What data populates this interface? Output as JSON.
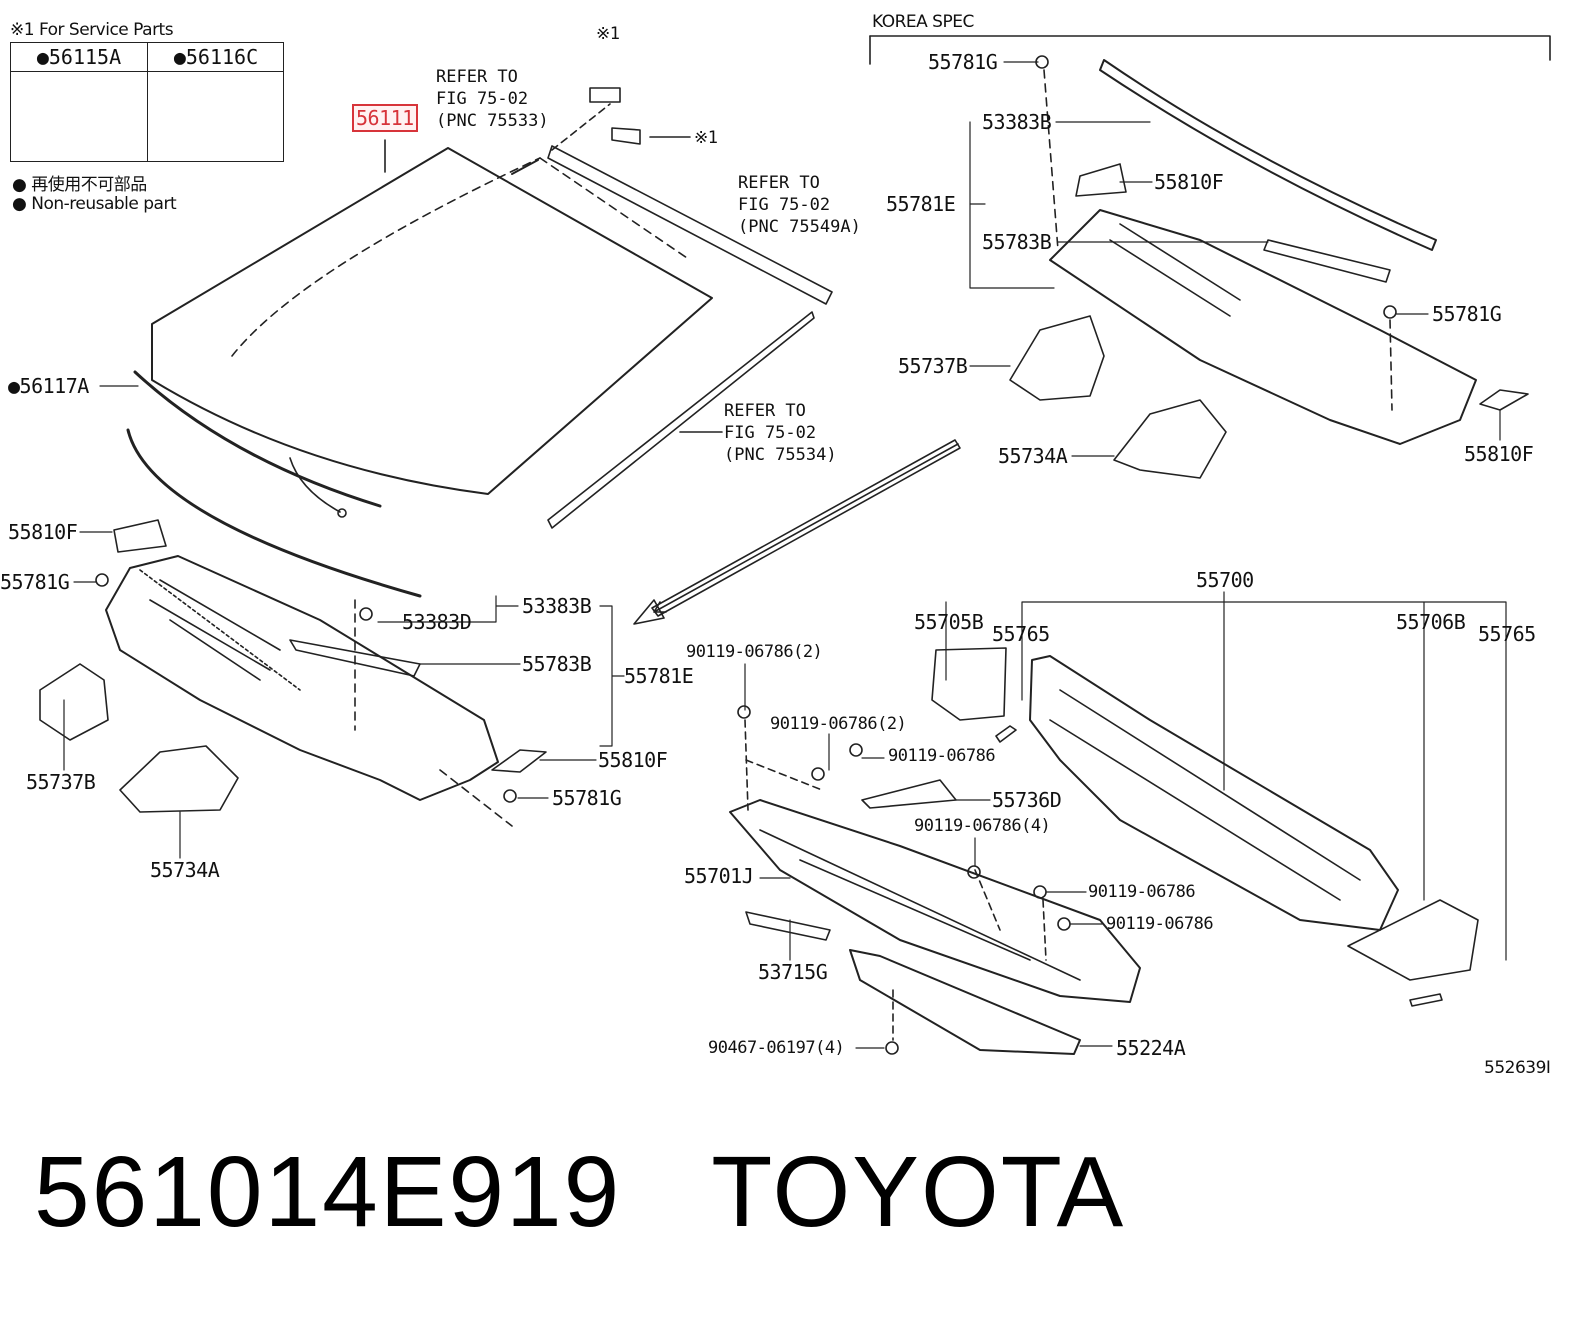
{
  "service_note": "※1 For Service Parts",
  "service_parts": [
    "●56115A",
    "●56116C"
  ],
  "legend": {
    "jp": "● 再使用不可部品",
    "en": "● Non-reusable part"
  },
  "korea_spec": "KOREA SPEC",
  "note_mark": "※1",
  "highlight_part": "56111",
  "refers": [
    "REFER TO\nFIG 75-02\n(PNC 75533)",
    "REFER TO\nFIG 75-02\n(PNC 75549A)",
    "REFER TO\nFIG 75-02\n(PNC 75534)"
  ],
  "labels": {
    "p56117A": "●56117A",
    "p55810F_a": "55810F",
    "p55781G_a": "55781G",
    "p53383D": "53383D",
    "p53383B_a": "53383B",
    "p55783B_a": "55783B",
    "p55781E_a": "55781E",
    "p55737B_a": "55737B",
    "p55810F_b": "55810F",
    "p55781G_b": "55781G",
    "p55734A_a": "55734A",
    "p55781G_c": "55781G",
    "p53383B_b": "53383B",
    "p55810F_c": "55810F",
    "p55781E_b": "55781E",
    "p55783B_b": "55783B",
    "p55781G_d": "55781G",
    "p55737B_b": "55737B",
    "p55734A_b": "55734A",
    "p55810F_d": "55810F",
    "p55700": "55700",
    "p55705B": "55705B",
    "p55765_a": "55765",
    "p55706B": "55706B",
    "p55765_b": "55765",
    "b1": "90119-06786(2)",
    "b2": "90119-06786(2)",
    "b3": "90119-06786",
    "p55736D": "55736D",
    "b4": "90119-06786(4)",
    "p55701J": "55701J",
    "b5": "90119-06786",
    "b6": "90119-06786",
    "p53715G": "53715G",
    "b7": "90467-06197(4)",
    "p55224A": "55224A"
  },
  "ref_code": "552639I",
  "footer": {
    "part_number": "561014E919",
    "brand": "TOYOTA"
  }
}
